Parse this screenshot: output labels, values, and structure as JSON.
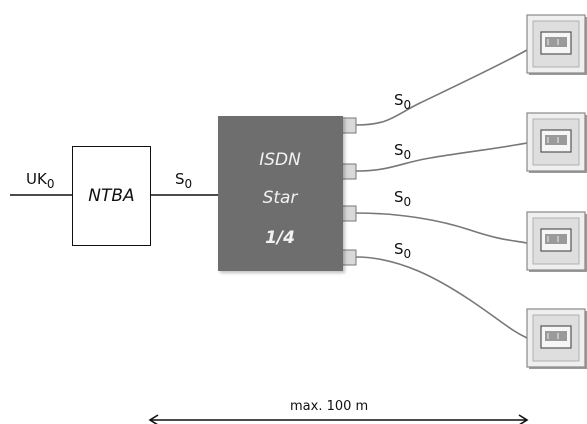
{
  "labels": {
    "uk0_main": "UK",
    "uk0_sub": "0",
    "ntba": "NTBA",
    "s0_main": "S",
    "s0_sub": "0"
  },
  "star": {
    "line1": "ISDN",
    "line2": "Star",
    "line3": "1/4"
  },
  "ports": [
    {
      "main": "S",
      "sub": "0"
    },
    {
      "main": "S",
      "sub": "0"
    },
    {
      "main": "S",
      "sub": "0"
    },
    {
      "main": "S",
      "sub": "0"
    }
  ],
  "scale_label": "max. 100 m",
  "colors": {
    "line": "#111111",
    "cable": "#777777",
    "box": "#6e6e6e",
    "socket_face": "#e6e6e6"
  },
  "icons": [
    "wall-socket-icon",
    "wall-socket-icon",
    "wall-socket-icon",
    "wall-socket-icon"
  ]
}
